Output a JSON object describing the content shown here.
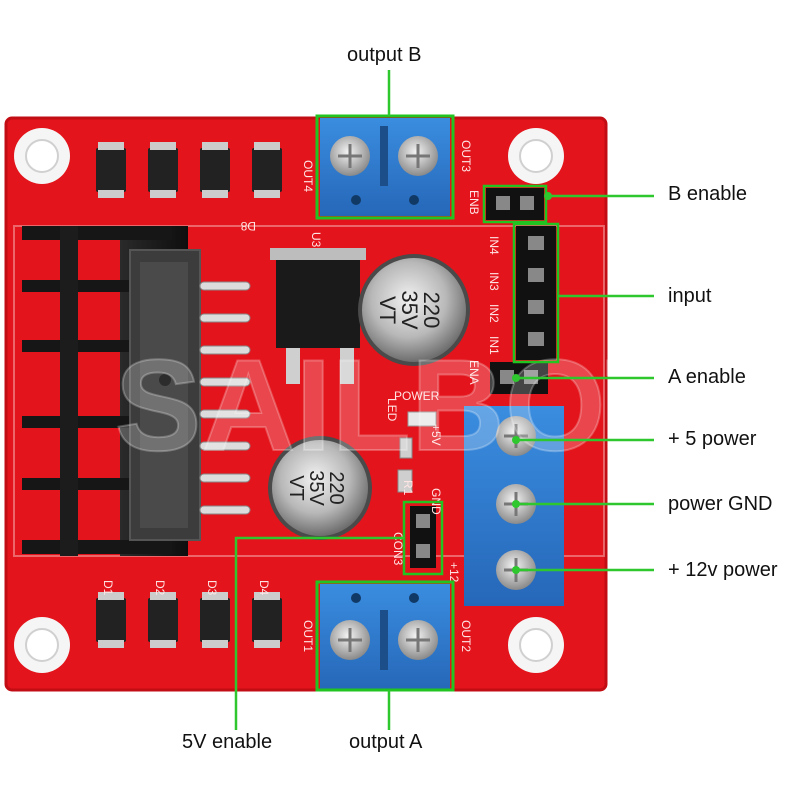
{
  "callouts": {
    "output_b": "output B",
    "b_enable": "B enable",
    "input": "input",
    "a_enable": "A enable",
    "plus5_power": "+ 5 power",
    "power_gnd": "power GND",
    "plus12_power": "+ 12v power",
    "enable_5v": "5V enable",
    "output_a": "output A"
  },
  "silkscreen": {
    "out1": "OUT1",
    "out2": "OUT2",
    "out3": "OUT3",
    "out4": "OUT4",
    "u3": "U3",
    "enb": "ENB",
    "ena": "ENA",
    "in1": "IN1",
    "in2": "IN2",
    "in3": "IN3",
    "in4": "IN4",
    "d1": "D1",
    "d2": "D2",
    "d3": "D3",
    "d4": "D4",
    "d8": "D8",
    "led": "LED",
    "power": "POWER",
    "plus5v": "+5V",
    "gnd": "GND",
    "plus12": "+12",
    "cond": "CON3",
    "r1": "R1"
  },
  "capacitor": {
    "value": "220",
    "voltage": "35V",
    "series": "VT"
  },
  "watermark": "SAILBOT",
  "colors": {
    "pcb": "#e3141b",
    "terminal": "#2f7fd4",
    "callout_line": "#2ec72e",
    "callout_box": "#22c422",
    "heatsink": "#1a1a1a",
    "background": "#ffffff"
  }
}
